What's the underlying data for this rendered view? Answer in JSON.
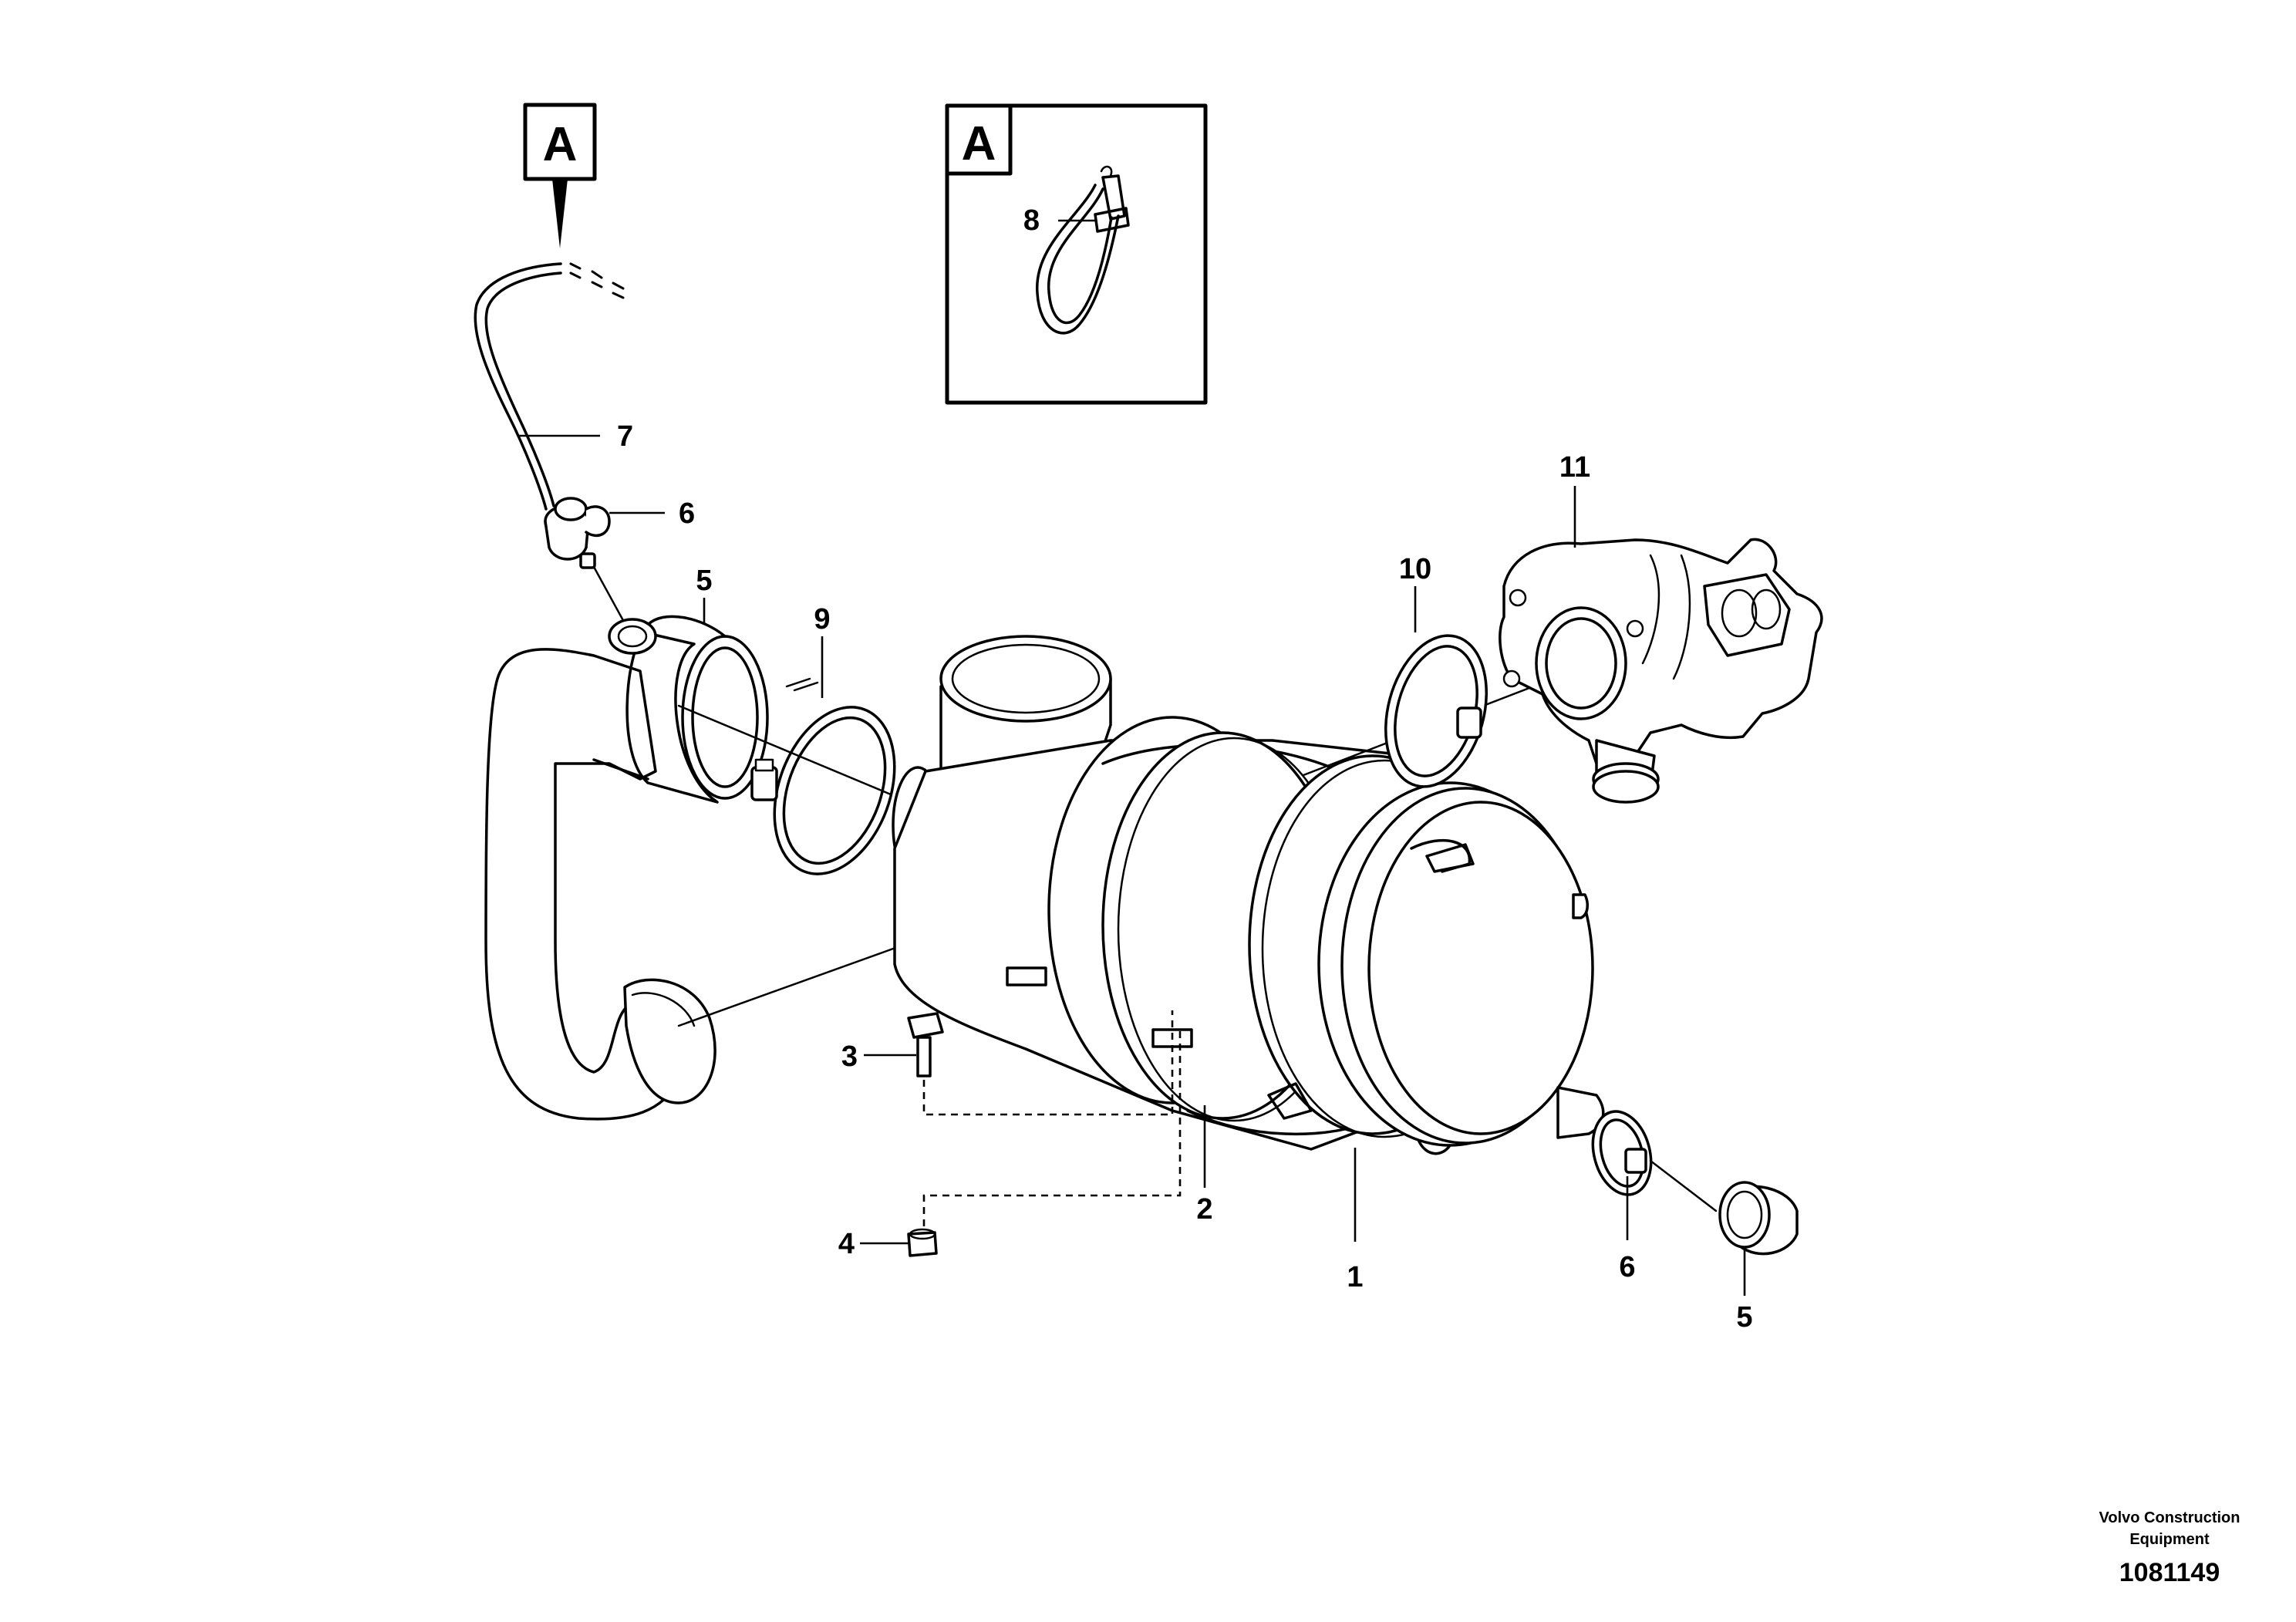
{
  "view_marker": "A",
  "detail_box": {
    "label": "A"
  },
  "callouts": {
    "air_cleaner": "1",
    "cover": "2",
    "screw": "3",
    "nut": "4",
    "hose_inlet": "5",
    "hose_outlet": "5",
    "sensor": "6",
    "clamp_small": "6",
    "cable": "7",
    "cable_tie": "8",
    "hose_clamp_left": "9",
    "hose_clamp_right": "10",
    "turbocharger": "11"
  },
  "footer": {
    "company_line1": "Volvo Construction",
    "company_line2": "Equipment",
    "drawing_number": "1081149"
  }
}
